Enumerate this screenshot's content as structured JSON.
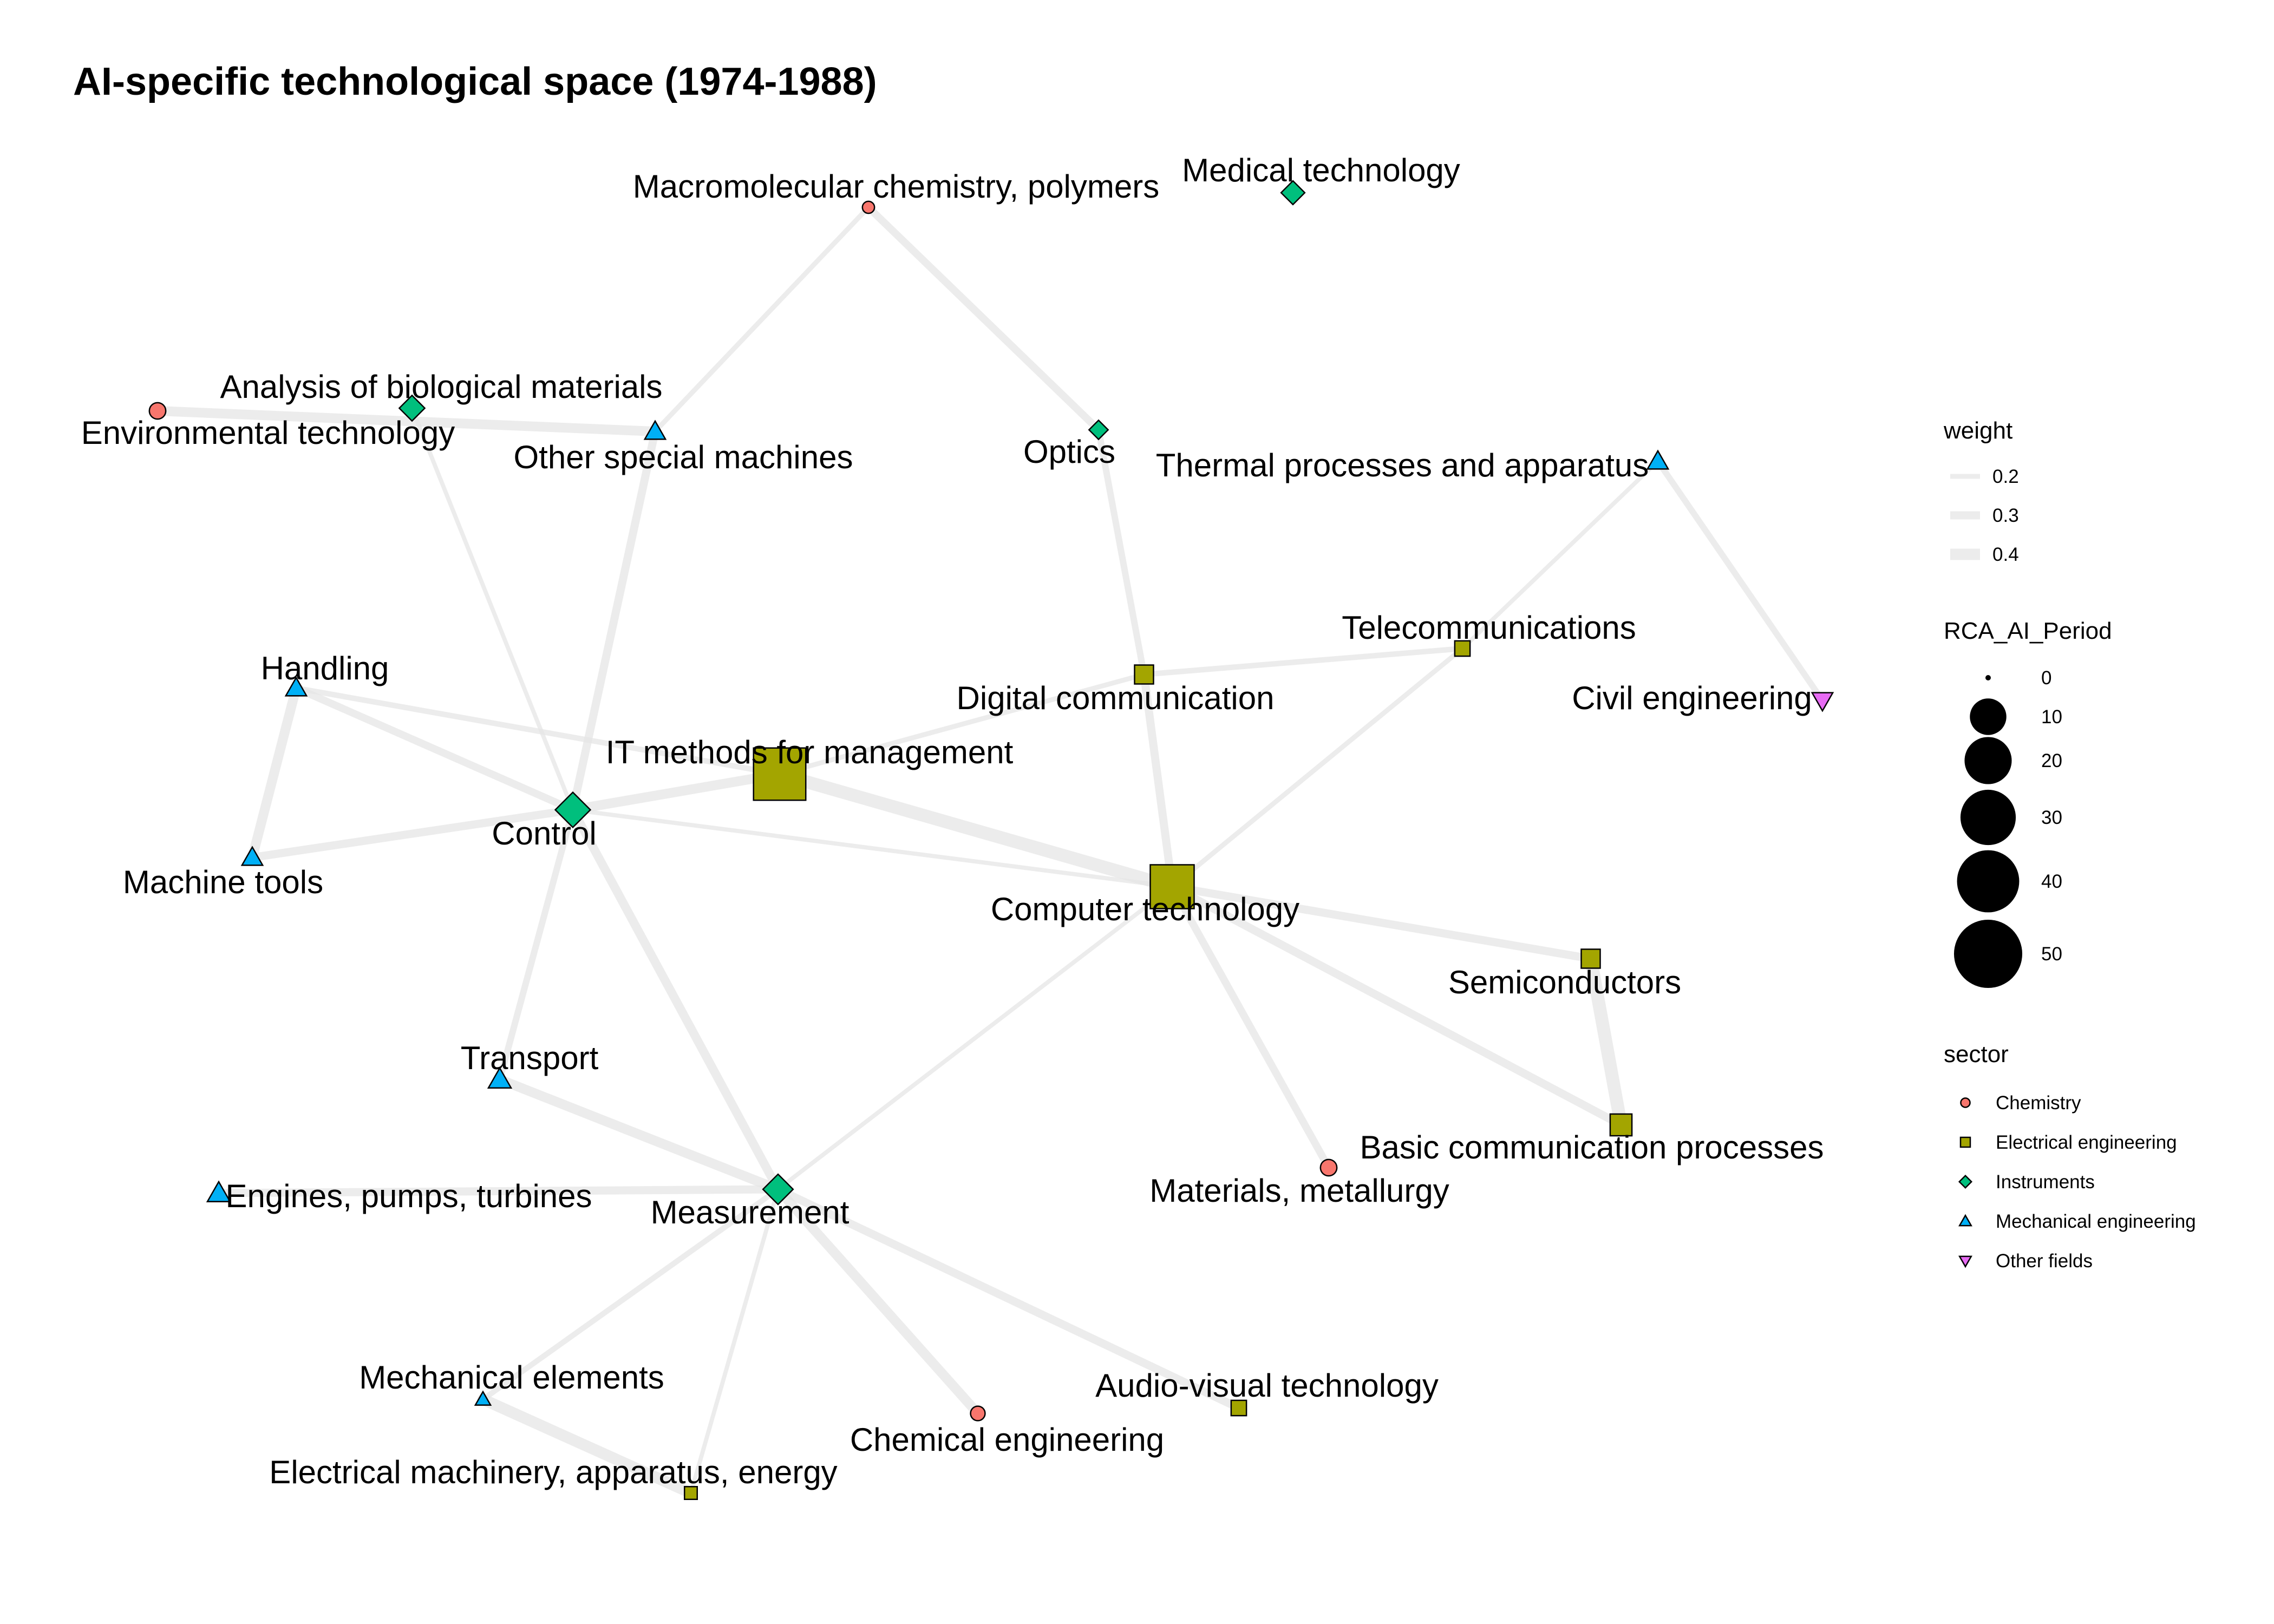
{
  "title": "AI-specific technological space (1974-1988)",
  "sectors": [
    {
      "name": "Chemistry",
      "color": "#f8766d",
      "shape": "circle"
    },
    {
      "name": "Electrical engineering",
      "color": "#a3a500",
      "shape": "square"
    },
    {
      "name": "Instruments",
      "color": "#00bf7d",
      "shape": "diamond"
    },
    {
      "name": "Mechanical engineering",
      "color": "#00b0f6",
      "shape": "triangle-up"
    },
    {
      "name": "Other fields",
      "color": "#e76bf3",
      "shape": "triangle-down"
    }
  ],
  "nodes": [
    {
      "id": "it_mgmt",
      "label": "IT methods for management",
      "sector": "Electrical engineering",
      "rca": 54
    },
    {
      "id": "computer",
      "label": "Computer technology",
      "sector": "Electrical engineering",
      "rca": 36
    },
    {
      "id": "control",
      "label": "Control",
      "sector": "Instruments",
      "rca": 12
    },
    {
      "id": "measurement",
      "label": "Measurement",
      "sector": "Instruments",
      "rca": 8
    },
    {
      "id": "digital_comm",
      "label": "Digital communication",
      "sector": "Electrical engineering",
      "rca": 4
    },
    {
      "id": "telecom",
      "label": "Telecommunications",
      "sector": "Electrical engineering",
      "rca": 2
    },
    {
      "id": "semicond",
      "label": "Semiconductors",
      "sector": "Electrical engineering",
      "rca": 4
    },
    {
      "id": "basic_comm",
      "label": "Basic communication processes",
      "sector": "Electrical engineering",
      "rca": 6
    },
    {
      "id": "materials",
      "label": "Materials, metallurgy",
      "sector": "Chemistry",
      "rca": 3
    },
    {
      "id": "thermal",
      "label": "Thermal processes and apparatus",
      "sector": "Mechanical engineering",
      "rca": 3
    },
    {
      "id": "civil",
      "label": "Civil engineering",
      "sector": "Other fields",
      "rca": 3
    },
    {
      "id": "optics",
      "label": "Optics",
      "sector": "Instruments",
      "rca": 2
    },
    {
      "id": "medical",
      "label": "Medical technology",
      "sector": "Instruments",
      "rca": 4
    },
    {
      "id": "macromol",
      "label": "Macromolecular chemistry, polymers",
      "sector": "Chemistry",
      "rca": 1
    },
    {
      "id": "analysis_bio",
      "label": "Analysis of biological materials",
      "sector": "Instruments",
      "rca": 5
    },
    {
      "id": "env_tech",
      "label": "Environmental technology",
      "sector": "Chemistry",
      "rca": 3
    },
    {
      "id": "other_special",
      "label": "Other special machines",
      "sector": "Mechanical engineering",
      "rca": 3
    },
    {
      "id": "handling",
      "label": "Handling",
      "sector": "Mechanical engineering",
      "rca": 3
    },
    {
      "id": "machine_tools",
      "label": "Machine tools",
      "sector": "Mechanical engineering",
      "rca": 3
    },
    {
      "id": "transport",
      "label": "Transport",
      "sector": "Mechanical engineering",
      "rca": 4
    },
    {
      "id": "engines",
      "label": "Engines, pumps, turbines",
      "sector": "Mechanical engineering",
      "rca": 4
    },
    {
      "id": "mech_elements",
      "label": "Mechanical elements",
      "sector": "Mechanical engineering",
      "rca": 1
    },
    {
      "id": "elec_machinery",
      "label": "Electrical machinery, apparatus, energy",
      "sector": "Electrical engineering",
      "rca": 1
    },
    {
      "id": "chem_eng",
      "label": "Chemical engineering",
      "sector": "Chemistry",
      "rca": 2
    },
    {
      "id": "audio_visual",
      "label": "Audio-visual technology",
      "sector": "Electrical engineering",
      "rca": 2
    }
  ],
  "edges": [
    {
      "source": "it_mgmt",
      "target": "computer",
      "weight": 0.45
    },
    {
      "source": "it_mgmt",
      "target": "control",
      "weight": 0.35
    },
    {
      "source": "it_mgmt",
      "target": "digital_comm",
      "weight": 0.2
    },
    {
      "source": "it_mgmt",
      "target": "handling",
      "weight": 0.22
    },
    {
      "source": "computer",
      "target": "digital_comm",
      "weight": 0.3
    },
    {
      "source": "computer",
      "target": "telecom",
      "weight": 0.2
    },
    {
      "source": "computer",
      "target": "semicond",
      "weight": 0.3
    },
    {
      "source": "computer",
      "target": "basic_comm",
      "weight": 0.3
    },
    {
      "source": "computer",
      "target": "materials",
      "weight": 0.28
    },
    {
      "source": "computer",
      "target": "measurement",
      "weight": 0.18
    },
    {
      "source": "computer",
      "target": "control",
      "weight": 0.18
    },
    {
      "source": "semicond",
      "target": "basic_comm",
      "weight": 0.45
    },
    {
      "source": "digital_comm",
      "target": "telecom",
      "weight": 0.22
    },
    {
      "source": "digital_comm",
      "target": "optics",
      "weight": 0.25
    },
    {
      "source": "optics",
      "target": "macromol",
      "weight": 0.28
    },
    {
      "source": "macromol",
      "target": "other_special",
      "weight": 0.2
    },
    {
      "source": "telecom",
      "target": "thermal",
      "weight": 0.18
    },
    {
      "source": "thermal",
      "target": "civil",
      "weight": 0.24
    },
    {
      "source": "env_tech",
      "target": "other_special",
      "weight": 0.35
    },
    {
      "source": "analysis_bio",
      "target": "control",
      "weight": 0.18
    },
    {
      "source": "other_special",
      "target": "control",
      "weight": 0.3
    },
    {
      "source": "control",
      "target": "machine_tools",
      "weight": 0.3
    },
    {
      "source": "control",
      "target": "transport",
      "weight": 0.25
    },
    {
      "source": "control",
      "target": "measurement",
      "weight": 0.32
    },
    {
      "source": "handling",
      "target": "machine_tools",
      "weight": 0.35
    },
    {
      "source": "handling",
      "target": "control",
      "weight": 0.28
    },
    {
      "source": "transport",
      "target": "measurement",
      "weight": 0.35
    },
    {
      "source": "engines",
      "target": "measurement",
      "weight": 0.3
    },
    {
      "source": "measurement",
      "target": "mech_elements",
      "weight": 0.22
    },
    {
      "source": "measurement",
      "target": "elec_machinery",
      "weight": 0.18
    },
    {
      "source": "measurement",
      "target": "chem_eng",
      "weight": 0.35
    },
    {
      "source": "measurement",
      "target": "audio_visual",
      "weight": 0.3
    },
    {
      "source": "mech_elements",
      "target": "elec_machinery",
      "weight": 0.4
    }
  ],
  "legend": {
    "weight": {
      "title": "weight",
      "entries": [
        {
          "label": "0.2",
          "value": 0.2
        },
        {
          "label": "0.3",
          "value": 0.3
        },
        {
          "label": "0.4",
          "value": 0.4
        }
      ]
    },
    "rca": {
      "title": "RCA_AI_Period",
      "entries": [
        {
          "label": "0",
          "value": 0
        },
        {
          "label": "10",
          "value": 10
        },
        {
          "label": "20",
          "value": 20
        },
        {
          "label": "30",
          "value": 30
        },
        {
          "label": "40",
          "value": 40
        },
        {
          "label": "50",
          "value": 50
        }
      ]
    },
    "sector": {
      "title": "sector"
    }
  },
  "colors": {
    "edge": "#e5e5e5",
    "node_stroke": "#000000"
  }
}
